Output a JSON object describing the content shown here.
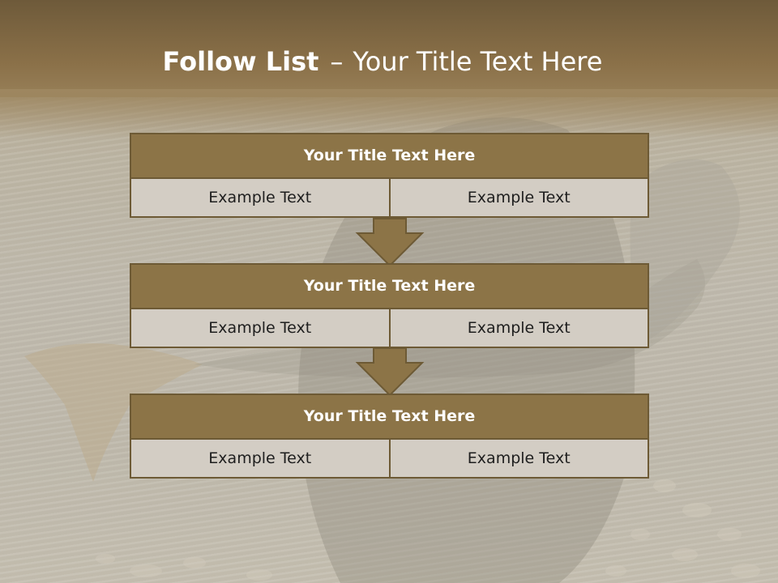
{
  "slide": {
    "title_bold": "Follow List",
    "title_dash": "–",
    "title_rest": "Your Title Text Here"
  },
  "blocks": [
    {
      "title": "Your Title Text Here",
      "left": "Example Text",
      "right": "Example Text"
    },
    {
      "title": "Your Title Text Here",
      "left": "Example Text",
      "right": "Example Text"
    },
    {
      "title": "Your Title Text Here",
      "left": "Example Text",
      "right": "Example Text"
    }
  ],
  "icons": {
    "connector": "down-arrow-icon"
  },
  "colors": {
    "header_fill": "#8c7447",
    "border": "#6d5a35",
    "cell_fill": "#d3cdc4",
    "title_text": "#ffffff"
  }
}
